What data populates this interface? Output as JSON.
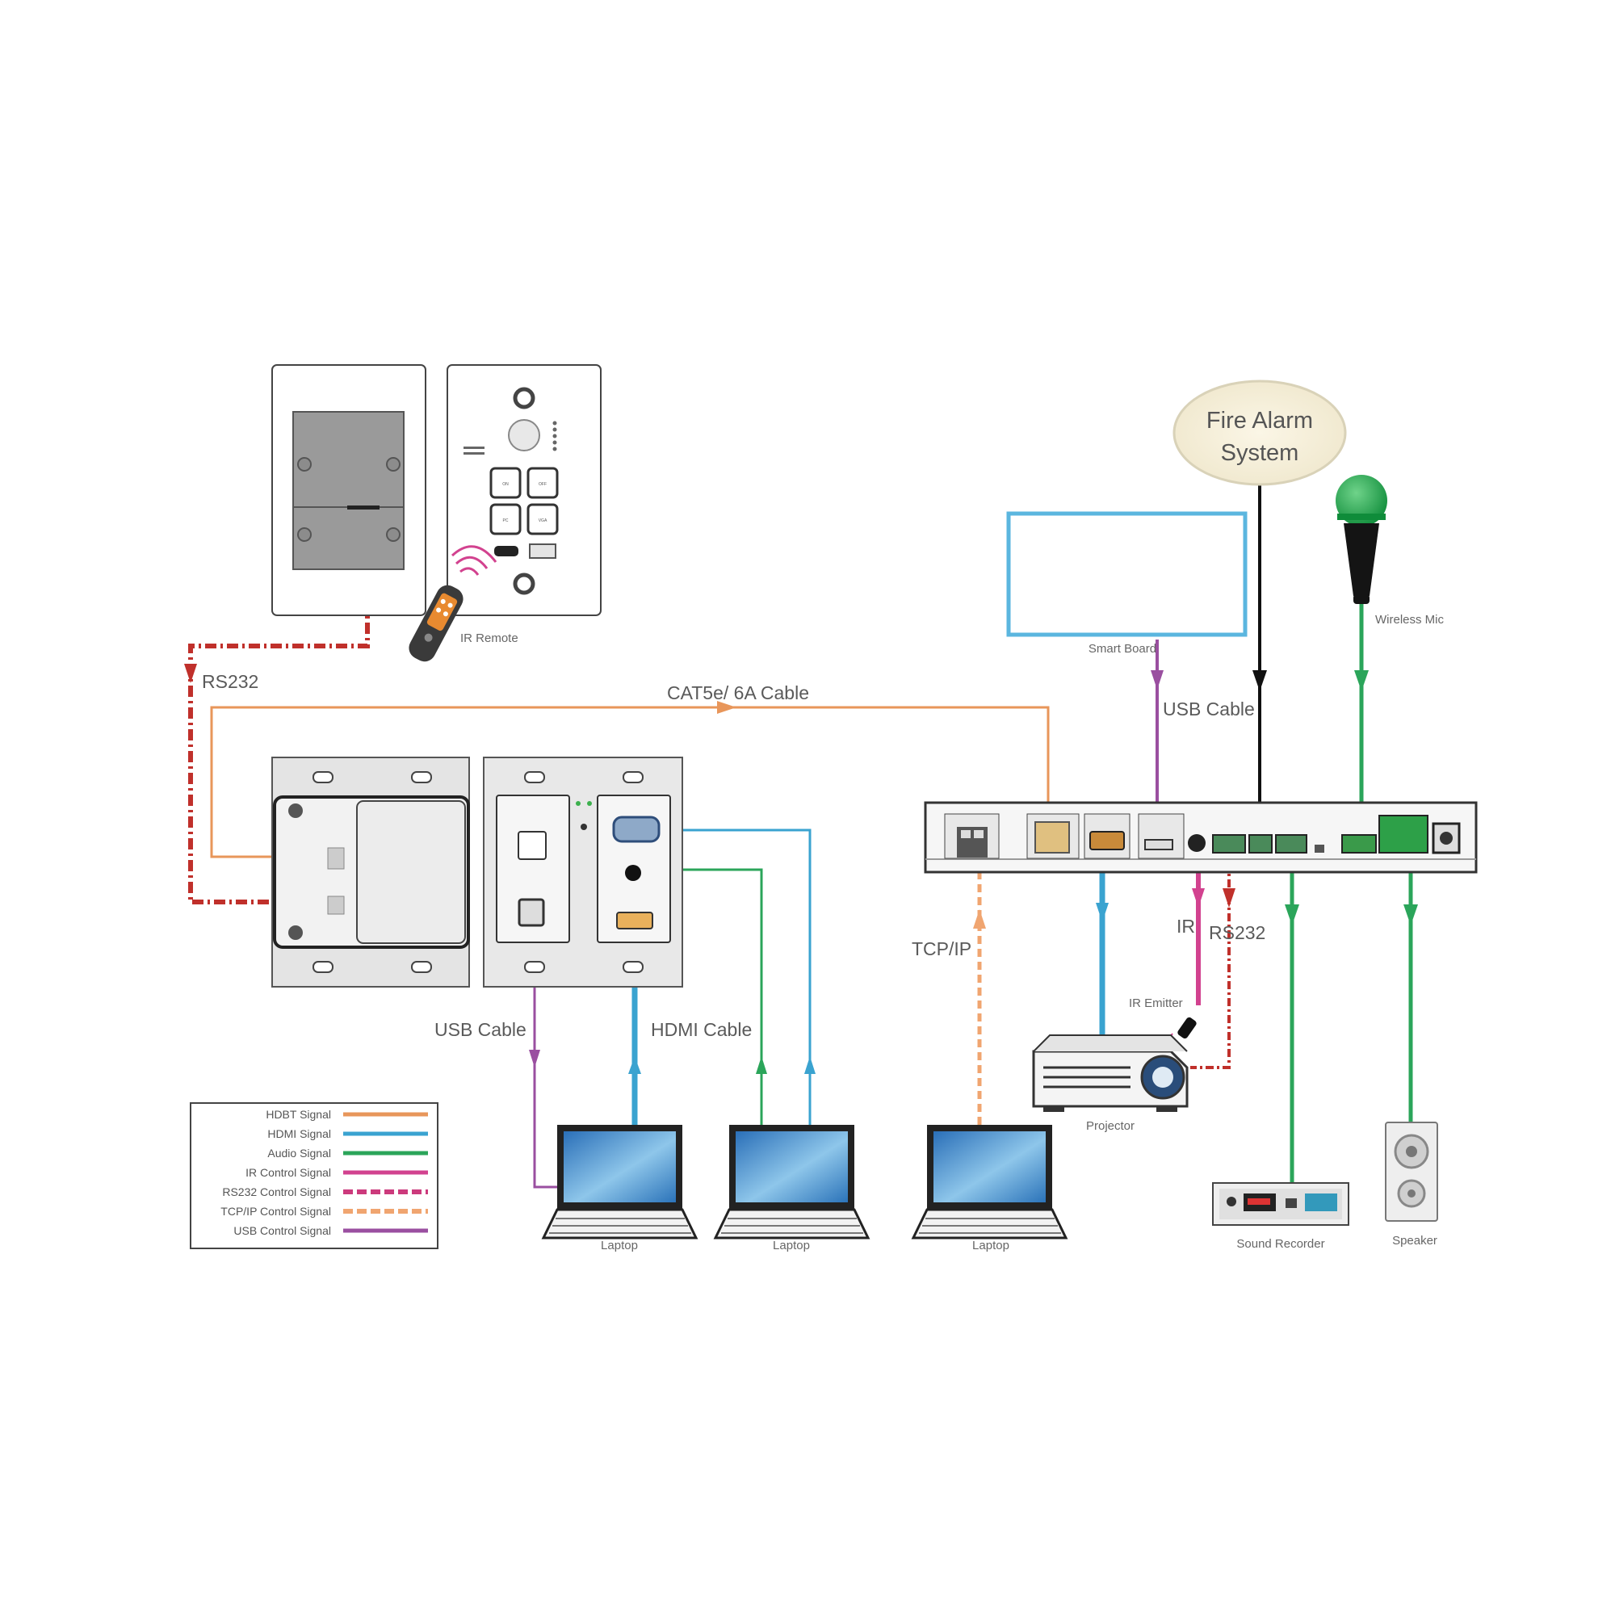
{
  "labels": {
    "rs232_left": "RS232",
    "cat_cable": "CAT5e/ 6A Cable",
    "ir_remote": "IR Remote",
    "usb_cable_left": "USB Cable",
    "hdmi_cable": "HDMI Cable",
    "tcpip": "TCP/IP",
    "usb_cable_right": "USB Cable",
    "ir": "IR",
    "rs232_right": "RS232",
    "ir_emitter": "IR Emitter",
    "fire_alarm_line1": "Fire Alarm",
    "fire_alarm_line2": "System",
    "smart_board": "Smart Board",
    "wireless_mic": "Wireless Mic",
    "projector": "Projector",
    "sound_recorder": "Sound Recorder",
    "speaker": "Speaker",
    "laptop_1": "Laptop",
    "laptop_2": "Laptop",
    "laptop_3": "Laptop"
  },
  "wallplate_buttons": [
    "ON",
    "OFF",
    "PC",
    "VGA"
  ],
  "legend": [
    {
      "label": "HDBT Signal",
      "color": "#e8965a",
      "style": "solid"
    },
    {
      "label": "HDMI Signal",
      "color": "#3aa3d0",
      "style": "solid"
    },
    {
      "label": "Audio Signal",
      "color": "#2ba55a",
      "style": "solid"
    },
    {
      "label": "IR Control Signal",
      "color": "#d2428f",
      "style": "solid"
    },
    {
      "label": "RS232 Control Signal",
      "color": "#cc3a7c",
      "style": "dashed"
    },
    {
      "label": "TCP/IP Control Signal",
      "color": "#f0a570",
      "style": "dashed"
    },
    {
      "label": "USB Control Signal",
      "color": "#9a4fa0",
      "style": "solid"
    }
  ],
  "colors": {
    "hdbt": "#e8965a",
    "hdmi": "#3aa3d0",
    "audio": "#2ba55a",
    "ir": "#d2428f",
    "rs232": "#c0302b",
    "tcpip": "#f0a570",
    "usb": "#9a4fa0"
  }
}
